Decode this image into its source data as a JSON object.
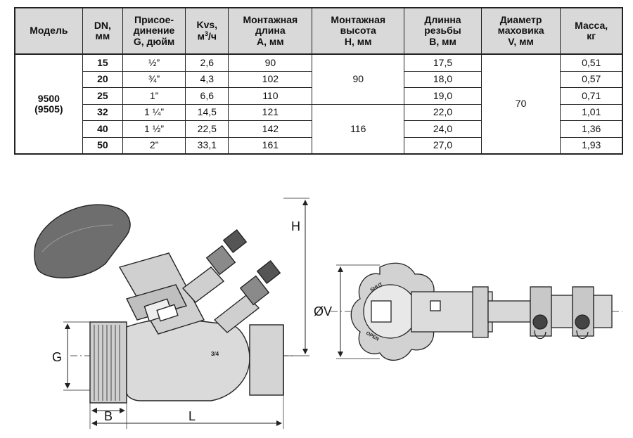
{
  "table": {
    "headers": {
      "model": "Модель",
      "dn": "DN,\nмм",
      "connection": "Присое-\nдинение\nG, дюйм",
      "kvs_main": "Kvs,",
      "kvs_unit_pre": "м",
      "kvs_unit_sup": "3",
      "kvs_unit_post": "/ч",
      "length": "Монтажная\nдлина\nA, мм",
      "height": "Монтажная\nвысота\nH, мм",
      "thread": "Длинна\nрезьбы\nB, мм",
      "handwheel": "Диаметр\nмаховика\nV, мм",
      "mass": "Масса,\nкг"
    },
    "model": "9500\n(9505)",
    "height_groups": [
      "90",
      "116"
    ],
    "handwheel": "70",
    "rows": [
      {
        "dn": "15",
        "g": "½”",
        "kvs": "2,6",
        "a": "90",
        "b": "17,5",
        "m": "0,51"
      },
      {
        "dn": "20",
        "g": "¾”",
        "kvs": "4,3",
        "a": "102",
        "b": "18,0",
        "m": "0,57"
      },
      {
        "dn": "25",
        "g": "1”",
        "kvs": "6,6",
        "a": "110",
        "b": "19,0",
        "m": "0,71"
      },
      {
        "dn": "32",
        "g": "1 ¼”",
        "kvs": "14,5",
        "a": "121",
        "b": "22,0",
        "m": "1,01"
      },
      {
        "dn": "40",
        "g": "1 ½”",
        "kvs": "22,5",
        "a": "142",
        "b": "24,0",
        "m": "1,36"
      },
      {
        "dn": "50",
        "g": "2”",
        "kvs": "33,1",
        "a": "161",
        "b": "27,0",
        "m": "1,93"
      }
    ]
  },
  "drawing": {
    "labels": {
      "h": "H",
      "g": "G",
      "b": "B",
      "l": "L",
      "v": "ØV"
    },
    "markings": {
      "open": "OPEN",
      "shut": "SHUT",
      "size": "3/4"
    }
  }
}
